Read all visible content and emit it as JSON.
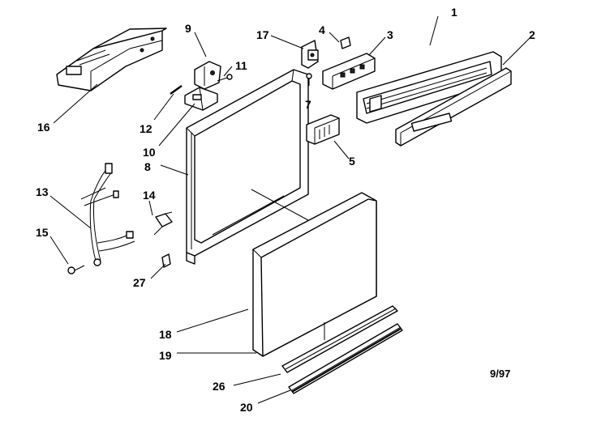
{
  "diagram": {
    "date_code": "9/97",
    "callouts": [
      {
        "id": "1",
        "text": "1"
      },
      {
        "id": "2",
        "text": "2"
      },
      {
        "id": "3",
        "text": "3"
      },
      {
        "id": "4",
        "text": "4"
      },
      {
        "id": "5",
        "text": "5"
      },
      {
        "id": "7",
        "text": "7"
      },
      {
        "id": "8",
        "text": "8"
      },
      {
        "id": "9",
        "text": "9"
      },
      {
        "id": "10",
        "text": "10"
      },
      {
        "id": "11",
        "text": "11"
      },
      {
        "id": "12",
        "text": "12"
      },
      {
        "id": "13",
        "text": "13"
      },
      {
        "id": "14",
        "text": "14"
      },
      {
        "id": "15",
        "text": "15"
      },
      {
        "id": "16",
        "text": "16"
      },
      {
        "id": "17",
        "text": "17"
      },
      {
        "id": "18",
        "text": "18"
      },
      {
        "id": "19",
        "text": "19"
      },
      {
        "id": "20",
        "text": "20"
      },
      {
        "id": "26",
        "text": "26"
      },
      {
        "id": "27",
        "text": "27"
      }
    ]
  }
}
